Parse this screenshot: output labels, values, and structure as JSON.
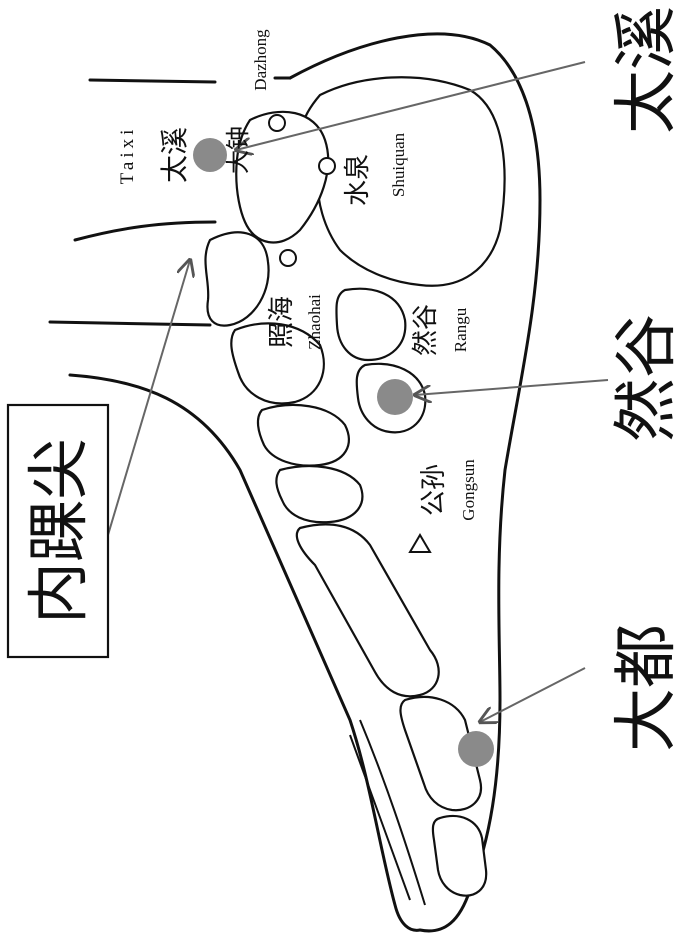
{
  "labels": {
    "big_taixi": "太溪",
    "big_rangu": "然谷",
    "big_dadu": "大都",
    "boxed_neihuaijian": "内踝尖",
    "taixi_cn": "太溪",
    "taixi_en": "Taixi",
    "dazhong_cn": "大钟",
    "dazhong_en": "Dazhong",
    "shuiquan_cn": "水泉",
    "shuiquan_en": "Shuiquan",
    "zhaohai_cn": "照海",
    "zhaohai_en": "Zhaohai",
    "rangu_cn": "然谷",
    "rangu_en": "Rangu",
    "gongsun_cn": "公孙",
    "gongsun_en": "Gongsun"
  },
  "colors": {
    "point_fill": "#8a8a8a",
    "ink": "#111111",
    "arrow": "#666666"
  }
}
